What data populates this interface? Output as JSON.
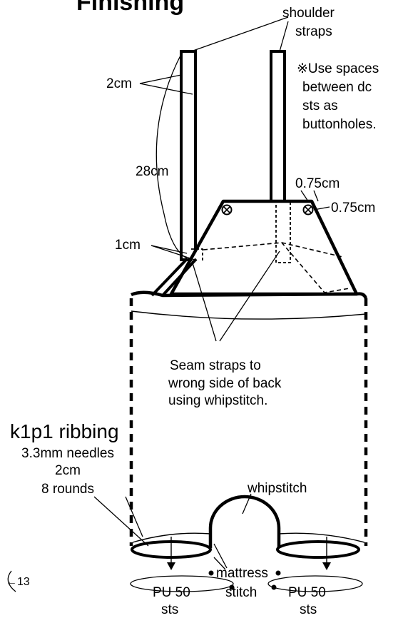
{
  "title": "Finishing",
  "labels": {
    "shoulder_straps": [
      "shoulder",
      "straps"
    ],
    "note": [
      "※Use spaces",
      "between dc",
      "sts as",
      "buttonholes."
    ],
    "strap_width": "2cm",
    "strap_length": "28cm",
    "overlap": "1cm",
    "button_offset_top": "0.75cm",
    "button_offset_side": "0.75cm",
    "seam_note": [
      "Seam straps to",
      "wrong side of back",
      "using whipstitch."
    ],
    "ribbing_title": "k1p1 ribbing",
    "ribbing_details": [
      "3.3mm needles",
      "2cm",
      "8 rounds"
    ],
    "whipstitch": "whipstitch",
    "mattress": [
      "mattress",
      "stitch"
    ],
    "pickup_left": "PU 50",
    "pickup_right": "PU 50",
    "pickup_unit": "sts",
    "stray_number": "←13"
  },
  "colors": {
    "ink": "#000000",
    "paper": "#ffffff"
  }
}
